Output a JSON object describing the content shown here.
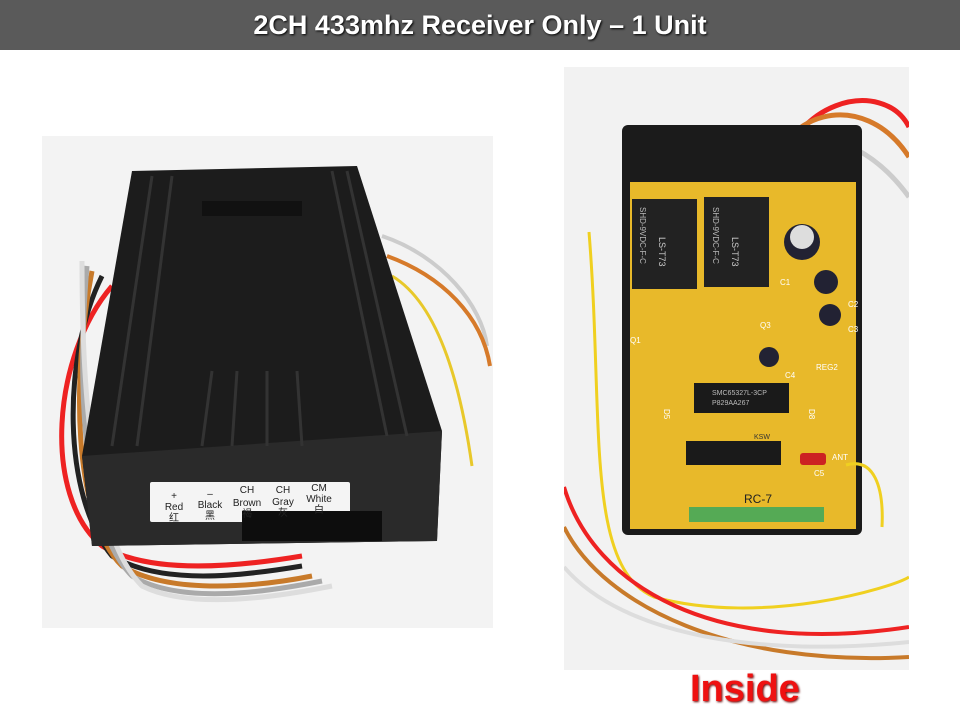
{
  "title": "2CH 433mhz Receiver Only – 1 Unit",
  "caption": "Inside",
  "left_photo": {
    "label_wires": [
      {
        "mark": "+",
        "color": "Red",
        "cn": "红"
      },
      {
        "mark": "–",
        "color": "Black",
        "cn": "黑"
      },
      {
        "mark": "CH",
        "color": "Brown",
        "cn": "褐"
      },
      {
        "mark": "CH",
        "color": "Gray",
        "cn": "灰"
      },
      {
        "mark": "CM",
        "color": "White",
        "cn": "白"
      }
    ]
  },
  "right_photo": {
    "relay_text": "LS-T73",
    "relay_sub": "SHD-9VDC-F-C",
    "chip": "SMC65327L-3CP",
    "chip_sub": "P829AA267",
    "switch_label": "KSW",
    "board": "RC-7",
    "antenna": "ANT",
    "parts": [
      "C1",
      "C2",
      "C3",
      "C4",
      "C5",
      "Q1",
      "Q3",
      "REG2",
      "D5",
      "D8"
    ]
  },
  "colors": {
    "title_bg": "#5a5a5a",
    "caption": "#e11111",
    "pcb": "#e8b92a"
  }
}
